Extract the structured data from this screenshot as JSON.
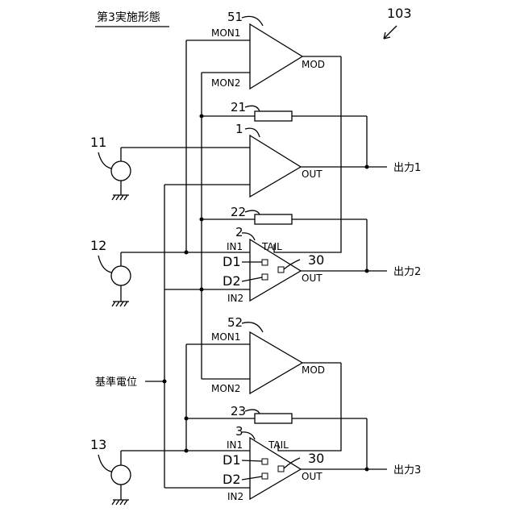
{
  "title": "第3実施形態",
  "figure_ref": "103",
  "reference_label": "基準電位",
  "outputs": [
    "出力1",
    "出力2",
    "出力3"
  ],
  "sources": [
    "11",
    "12",
    "13"
  ],
  "amps": {
    "a51": {
      "ref": "51",
      "in_top": "MON1",
      "in_bot": "MON2",
      "out": "MOD"
    },
    "a1": {
      "ref": "1",
      "out": "OUT"
    },
    "a2": {
      "ref": "2",
      "in_top": "IN1",
      "tail": "TAIL",
      "d1": "D1",
      "d2": "D2",
      "cmp": "30",
      "out": "OUT",
      "in_bot": "IN2"
    },
    "a52": {
      "ref": "52",
      "in_top": "MON1",
      "in_bot": "MON2",
      "out": "MOD"
    },
    "a3": {
      "ref": "3",
      "in_top": "IN1",
      "tail": "TAIL",
      "d1": "D1",
      "d2": "D2",
      "cmp": "30",
      "out": "OUT",
      "in_bot": "IN2"
    }
  },
  "resistors": [
    "21",
    "22",
    "23"
  ]
}
